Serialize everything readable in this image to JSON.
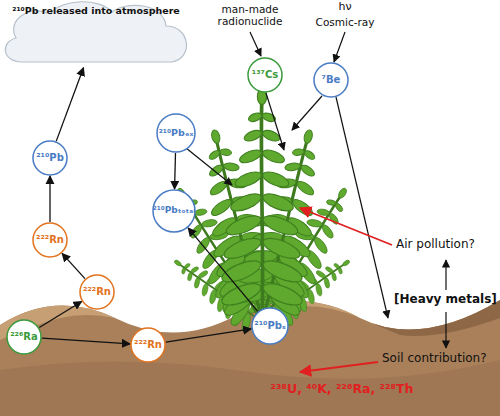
{
  "diagram": {
    "nodes": [
      {
        "text": [
          "²¹⁰Pb released into atmosphere"
        ]
      },
      {
        "text": [
          "¹³⁷Cs"
        ]
      },
      {
        "text": [
          "⁷Be"
        ]
      },
      {
        "text": [
          "²¹⁰Pbₑₓ"
        ]
      },
      {
        "text": [
          "²¹⁰Pb"
        ]
      },
      {
        "text": [
          "²¹⁰Pbₜₒₜₐₗ"
        ]
      },
      {
        "text": [
          "²²²Rn"
        ]
      },
      {
        "text": [
          "²²²Rn"
        ]
      },
      {
        "text": [
          "²¹⁰Pbₛ"
        ]
      },
      {
        "text": [
          "²²⁶Ra"
        ]
      },
      {
        "text": [
          "²²²Rn"
        ]
      }
    ],
    "edges": [
      {
        "from": 4,
        "to": 0,
        "arrow": "to"
      },
      {
        "from": 6,
        "to": 4,
        "arrow": "to"
      },
      {
        "from": 7,
        "to": 6,
        "arrow": "to"
      },
      {
        "from": 9,
        "to": 7,
        "arrow": "to"
      },
      {
        "from": 9,
        "to": 10,
        "arrow": "to"
      },
      {
        "from": 10,
        "to": 8,
        "arrow": "to"
      },
      {
        "from": 8,
        "to": 5,
        "arrow": "to"
      },
      {
        "from": 3,
        "to": 5,
        "arrow": "to"
      }
    ],
    "labels": [
      "man-made radionuclide",
      "hν",
      "Cosmic-ray",
      "Air pollution?",
      "[Heavy metals]",
      "Soil contribution?",
      "²³⁸U, ⁴⁰K, ²²⁶Ra, ²²⁸Th"
    ]
  }
}
